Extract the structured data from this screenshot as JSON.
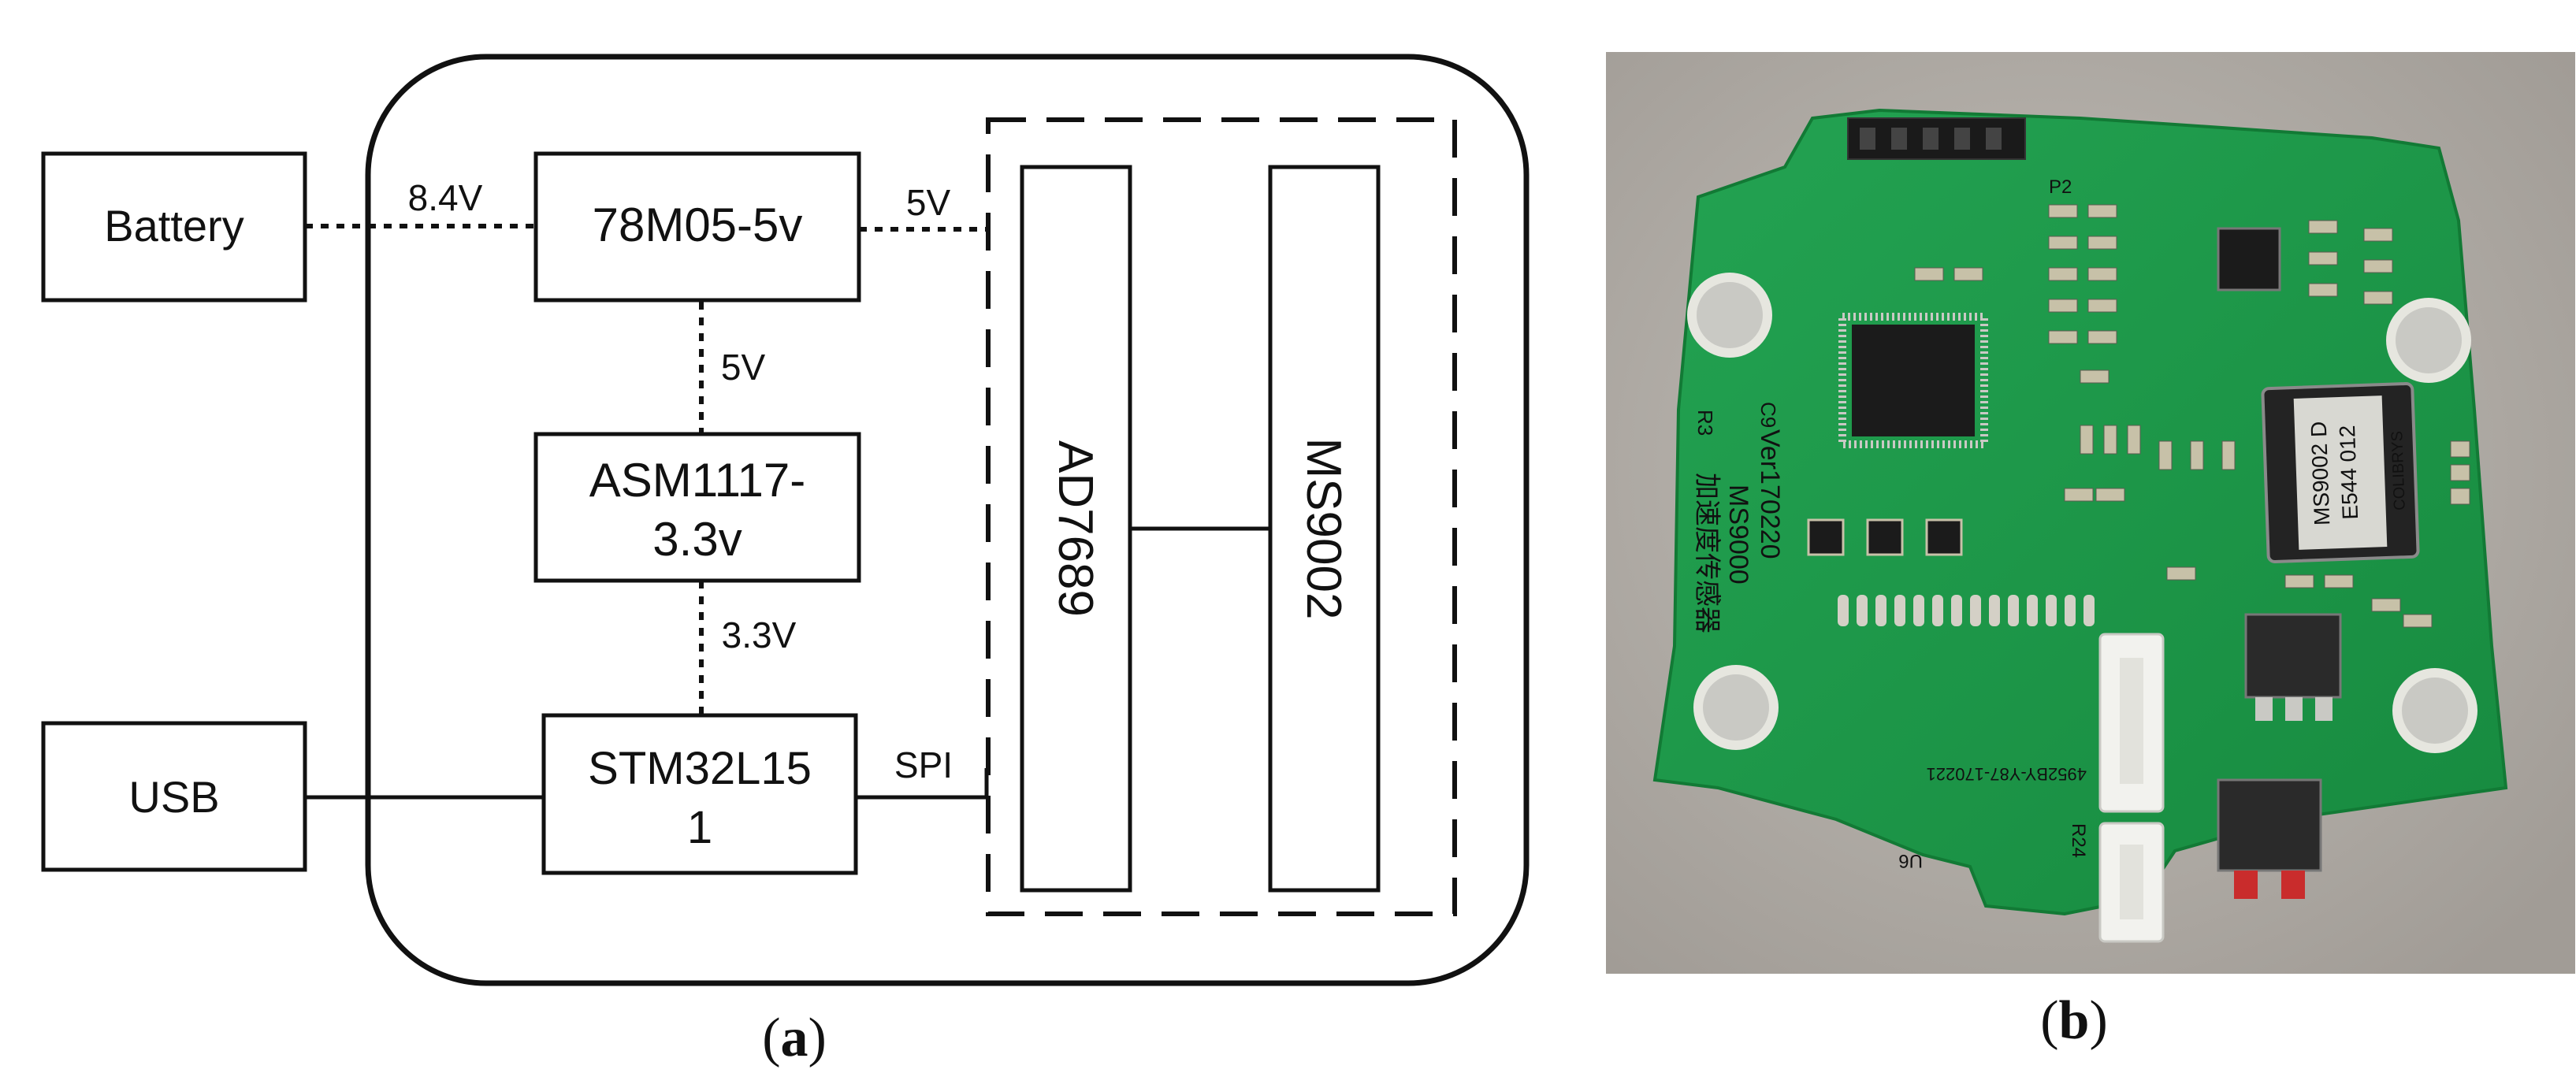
{
  "diagram": {
    "blocks": {
      "battery": "Battery",
      "regulator5v": "78M05-5v",
      "asm_line1": "ASM1117-",
      "asm_line2": "3.3v",
      "usb": "USB",
      "mcu_line1": "STM32L15",
      "mcu_line2": "1",
      "adc": "AD7689",
      "sensor": "MS9002"
    },
    "edge_labels": {
      "battery_to_regulator": "8.4V",
      "regulator_to_module": "5V",
      "regulator_to_asm": "5V",
      "asm_to_mcu": "3.3V",
      "mcu_to_module": "SPI"
    }
  },
  "photo": {
    "pcb": {
      "header_label": "P2",
      "version_label": "Ver170220",
      "chip_model": "MS9002 D",
      "chip_code": "E544 012",
      "chip_brand": "COLIBRYS",
      "silk_label": "MS9000",
      "silk_cn": "加速度传感器",
      "r3_label": "R3",
      "c9_label": "C9",
      "serial": "4952BY-Y87-170221",
      "u6_label": "U6",
      "r24_label": "R24"
    }
  },
  "captions": {
    "a_open": "(",
    "a_letter": "a",
    "a_close": ")",
    "b_open": "(",
    "b_letter": "b",
    "b_close": ")"
  },
  "colors": {
    "pcb_green": "#1f9a4a",
    "photo_background": "#b3aea8",
    "line": "#111111"
  }
}
